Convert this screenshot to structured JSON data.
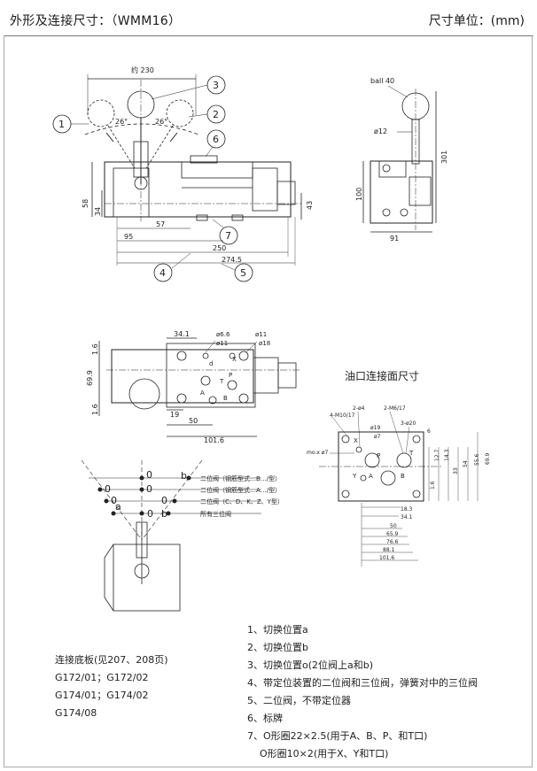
{
  "header": {
    "title": "外形及连接尺寸：（WMM16）",
    "unit": "尺寸单位：(mm)"
  },
  "front_view": {
    "dims": {
      "approx_230": "约 230",
      "angle_left": "26°",
      "angle_right": "26°",
      "d58": "58",
      "d34": "34",
      "d43": "43",
      "d57": "57",
      "d95": "95",
      "d250": "250",
      "d274_5": "274.5"
    },
    "callouts": [
      "1",
      "2",
      "3",
      "4",
      "5",
      "6",
      "7"
    ]
  },
  "side_view": {
    "dims": {
      "ball": "ball 40",
      "d12": "ø12",
      "d301": "301",
      "d100": "100",
      "d91": "91"
    }
  },
  "top_view": {
    "dims": {
      "d34_1": "34.1",
      "d6_6": "ø6.6",
      "d11a": "ø11",
      "d11b": "ø11",
      "d18": "ø18",
      "d1_6a": "1.6",
      "d69_9": "69.9",
      "d1_6b": "1.6",
      "d19": "19",
      "d50": "50",
      "d101_6": "101.6",
      "letters": [
        "d",
        "X",
        "T",
        "P",
        "A",
        "B"
      ]
    }
  },
  "port_face": {
    "title": "油口连接面尺寸",
    "dims": {
      "m10": "4-M10/17",
      "d4": "2-ø4",
      "m6": "2-M6/17",
      "d20": "3-ø20",
      "d19": "ø19",
      "d7": "ø7",
      "mo7": "mo.x ø7",
      "d6": "6",
      "v12_7": "12.7",
      "v14_3": "14.3",
      "v33": "33",
      "v54": "54",
      "v55_6": "55.6",
      "v69_9": "69.9",
      "v1_6": "1.6",
      "h18_3": "18.3",
      "h34_1": "34.1",
      "h50": "50",
      "h65_9": "65.9",
      "h76_6": "76.6",
      "h88_1": "88.1",
      "h101_6": "101.6",
      "letters": [
        "X",
        "A",
        "B",
        "P",
        "T",
        "Y"
      ]
    }
  },
  "positions_diagram": {
    "labels": {
      "row1": "二位阀（钢筋型式…B…/型）",
      "row2": "二位阀（钢筋型式…A…/型）",
      "row3": "二位阀（C、D、K、Z、Y型）",
      "row4": "所有三位阀",
      "o": "0",
      "a": "a",
      "b": "b"
    }
  },
  "notes": [
    "1、切换位置a",
    "2、切换位置b",
    "3、切换位置o(2位阀上a和b)",
    "4、带定位装置的二位阀和三位阀，弹簧对中的三位阀",
    "5、二位阀，不带定位器",
    "6、标牌",
    "7、O形圈22×2.5(用于A、B、P、和T口)",
    "    O形圈10×2(用于X、Y和T口)"
  ],
  "subplates": [
    "连接底板(见207、208页)",
    "G172/01；G172/02",
    "G174/01；G174/02",
    "G174/08"
  ]
}
